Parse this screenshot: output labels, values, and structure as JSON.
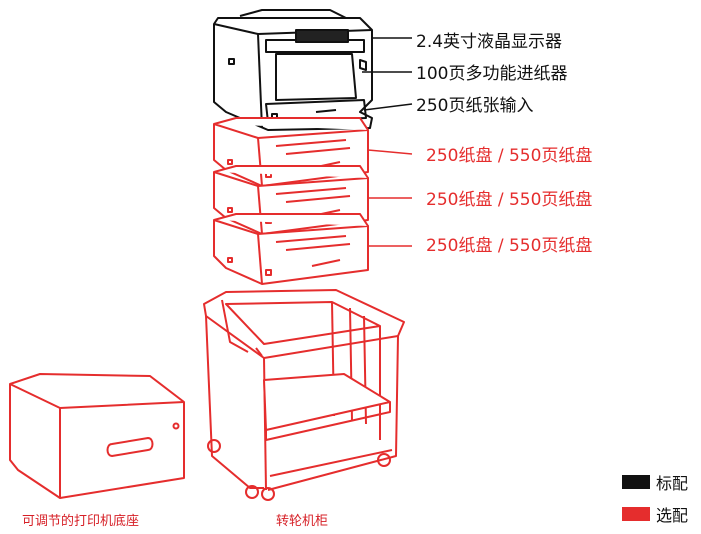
{
  "colors": {
    "standard": "#111111",
    "optional": "#e52d2d"
  },
  "labels": {
    "lcd": "2.4英寸液晶显示器",
    "mp_feeder": "100页多功能进纸器",
    "input_tray": "250页纸张输入",
    "optional_tray_1": "250纸盘 / 550页纸盘",
    "optional_tray_2": "250纸盘 / 550页纸盘",
    "optional_tray_3": "250纸盘 / 550页纸盘"
  },
  "captions": {
    "base": "可调节的打印机底座",
    "cabinet": "转轮机柜"
  },
  "legend": {
    "standard": "标配",
    "optional": "选配"
  }
}
